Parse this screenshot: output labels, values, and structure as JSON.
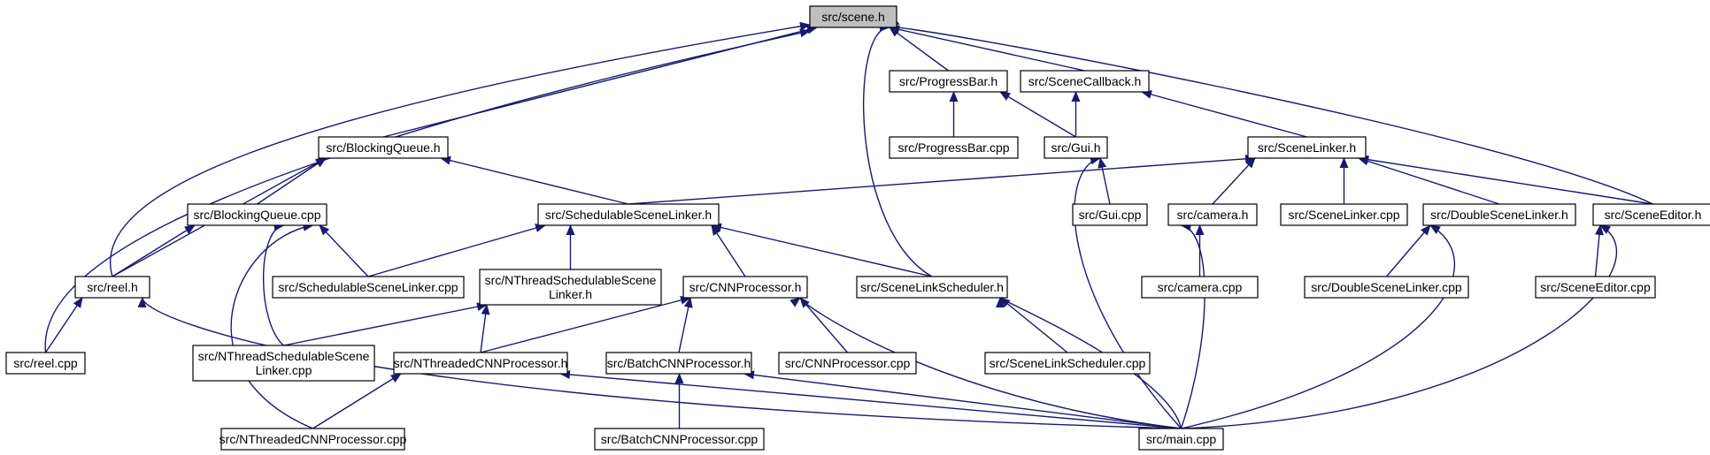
{
  "colors": {
    "edge": "#191970",
    "root_fill": "#bfbfbf",
    "node_fill": "#ffffff"
  },
  "nodes": [
    {
      "id": "scene_h",
      "lines": [
        "src/scene.h"
      ],
      "root": true
    },
    {
      "id": "progressbar_h",
      "lines": [
        "src/ProgressBar.h"
      ]
    },
    {
      "id": "scenecallback_h",
      "lines": [
        "src/SceneCallback.h"
      ]
    },
    {
      "id": "blockingqueue_h",
      "lines": [
        "src/BlockingQueue.h"
      ]
    },
    {
      "id": "progressbar_cpp",
      "lines": [
        "src/ProgressBar.cpp"
      ]
    },
    {
      "id": "gui_h",
      "lines": [
        "src/Gui.h"
      ]
    },
    {
      "id": "scenelinker_h",
      "lines": [
        "src/SceneLinker.h"
      ]
    },
    {
      "id": "blockingqueue_cpp",
      "lines": [
        "src/BlockingQueue.cpp"
      ]
    },
    {
      "id": "schedulablescenelinker_h",
      "lines": [
        "src/SchedulableSceneLinker.h"
      ]
    },
    {
      "id": "gui_cpp",
      "lines": [
        "src/Gui.cpp"
      ]
    },
    {
      "id": "camera_h",
      "lines": [
        "src/camera.h"
      ]
    },
    {
      "id": "scenelinker_cpp",
      "lines": [
        "src/SceneLinker.cpp"
      ]
    },
    {
      "id": "doublescenelinker_h",
      "lines": [
        "src/DoubleSceneLinker.h"
      ]
    },
    {
      "id": "sceneeditor_h",
      "lines": [
        "src/SceneEditor.h"
      ]
    },
    {
      "id": "reel_h",
      "lines": [
        "src/reel.h"
      ]
    },
    {
      "id": "schedulablescenelinker_cpp",
      "lines": [
        "src/SchedulableSceneLinker.cpp"
      ]
    },
    {
      "id": "nthreadschedulable_h",
      "lines": [
        "src/NThreadSchedulableScene",
        "Linker.h"
      ]
    },
    {
      "id": "cnnprocessor_h",
      "lines": [
        "src/CNNProcessor.h"
      ]
    },
    {
      "id": "scenelinkscheduler_h",
      "lines": [
        "src/SceneLinkScheduler.h"
      ]
    },
    {
      "id": "camera_cpp",
      "lines": [
        "src/camera.cpp"
      ]
    },
    {
      "id": "doublescenelinker_cpp",
      "lines": [
        "src/DoubleSceneLinker.cpp"
      ]
    },
    {
      "id": "sceneeditor_cpp",
      "lines": [
        "src/SceneEditor.cpp"
      ]
    },
    {
      "id": "reel_cpp",
      "lines": [
        "src/reel.cpp"
      ]
    },
    {
      "id": "nthreadschedulable_cpp",
      "lines": [
        "src/NThreadSchedulableScene",
        "Linker.cpp"
      ]
    },
    {
      "id": "nthreadedcnn_h",
      "lines": [
        "src/NThreadedCNNProcessor.h"
      ]
    },
    {
      "id": "batchcnn_h",
      "lines": [
        "src/BatchCNNProcessor.h"
      ]
    },
    {
      "id": "cnnprocessor_cpp",
      "lines": [
        "src/CNNProcessor.cpp"
      ]
    },
    {
      "id": "scenelinkscheduler_cpp",
      "lines": [
        "src/SceneLinkScheduler.cpp"
      ]
    },
    {
      "id": "nthreadedcnn_cpp",
      "lines": [
        "src/NThreadedCNNProcessor.cpp"
      ]
    },
    {
      "id": "batchcnn_cpp",
      "lines": [
        "src/BatchCNNProcessor.cpp"
      ]
    },
    {
      "id": "main_cpp",
      "lines": [
        "src/main.cpp"
      ]
    }
  ],
  "edges": [
    [
      "progressbar_h",
      "scene_h"
    ],
    [
      "scenecallback_h",
      "scene_h"
    ],
    [
      "blockingqueue_h",
      "scene_h"
    ],
    [
      "reel_h",
      "scene_h"
    ],
    [
      "reel_cpp",
      "scene_h"
    ],
    [
      "scenelinkscheduler_h",
      "scene_h"
    ],
    [
      "sceneeditor_h",
      "scene_h"
    ],
    [
      "progressbar_cpp",
      "progressbar_h"
    ],
    [
      "gui_h",
      "progressbar_h"
    ],
    [
      "gui_h",
      "scenecallback_h"
    ],
    [
      "scenelinker_h",
      "scenecallback_h"
    ],
    [
      "gui_cpp",
      "gui_h"
    ],
    [
      "main_cpp",
      "gui_h"
    ],
    [
      "schedulablescenelinker_h",
      "scenelinker_h"
    ],
    [
      "camera_h",
      "scenelinker_h"
    ],
    [
      "scenelinker_cpp",
      "scenelinker_h"
    ],
    [
      "doublescenelinker_h",
      "scenelinker_h"
    ],
    [
      "sceneeditor_h",
      "scenelinker_h"
    ],
    [
      "blockingqueue_cpp",
      "blockingqueue_h"
    ],
    [
      "reel_h",
      "blockingqueue_h"
    ],
    [
      "schedulablescenelinker_h",
      "blockingqueue_h"
    ],
    [
      "reel_h",
      "blockingqueue_cpp"
    ],
    [
      "schedulablescenelinker_cpp",
      "blockingqueue_cpp"
    ],
    [
      "nthreadschedulable_cpp",
      "blockingqueue_cpp"
    ],
    [
      "nthreadedcnn_cpp",
      "blockingqueue_cpp"
    ],
    [
      "schedulablescenelinker_cpp",
      "schedulablescenelinker_h"
    ],
    [
      "nthreadschedulable_h",
      "schedulablescenelinker_h"
    ],
    [
      "cnnprocessor_h",
      "schedulablescenelinker_h"
    ],
    [
      "scenelinkscheduler_h",
      "schedulablescenelinker_h"
    ],
    [
      "camera_cpp",
      "camera_h"
    ],
    [
      "main_cpp",
      "camera_h"
    ],
    [
      "doublescenelinker_cpp",
      "doublescenelinker_h"
    ],
    [
      "main_cpp",
      "doublescenelinker_h"
    ],
    [
      "sceneeditor_cpp",
      "sceneeditor_h"
    ],
    [
      "main_cpp",
      "sceneeditor_h"
    ],
    [
      "reel_cpp",
      "reel_h"
    ],
    [
      "main_cpp",
      "reel_h"
    ],
    [
      "nthreadschedulable_cpp",
      "nthreadschedulable_h"
    ],
    [
      "nthreadedcnn_h",
      "nthreadschedulable_h"
    ],
    [
      "nthreadedcnn_h",
      "cnnprocessor_h"
    ],
    [
      "batchcnn_h",
      "cnnprocessor_h"
    ],
    [
      "cnnprocessor_cpp",
      "cnnprocessor_h"
    ],
    [
      "main_cpp",
      "cnnprocessor_h"
    ],
    [
      "scenelinkscheduler_cpp",
      "scenelinkscheduler_h"
    ],
    [
      "main_cpp",
      "scenelinkscheduler_h"
    ],
    [
      "nthreadedcnn_cpp",
      "nthreadedcnn_h"
    ],
    [
      "main_cpp",
      "nthreadedcnn_h"
    ],
    [
      "batchcnn_cpp",
      "batchcnn_h"
    ],
    [
      "main_cpp",
      "batchcnn_h"
    ]
  ]
}
